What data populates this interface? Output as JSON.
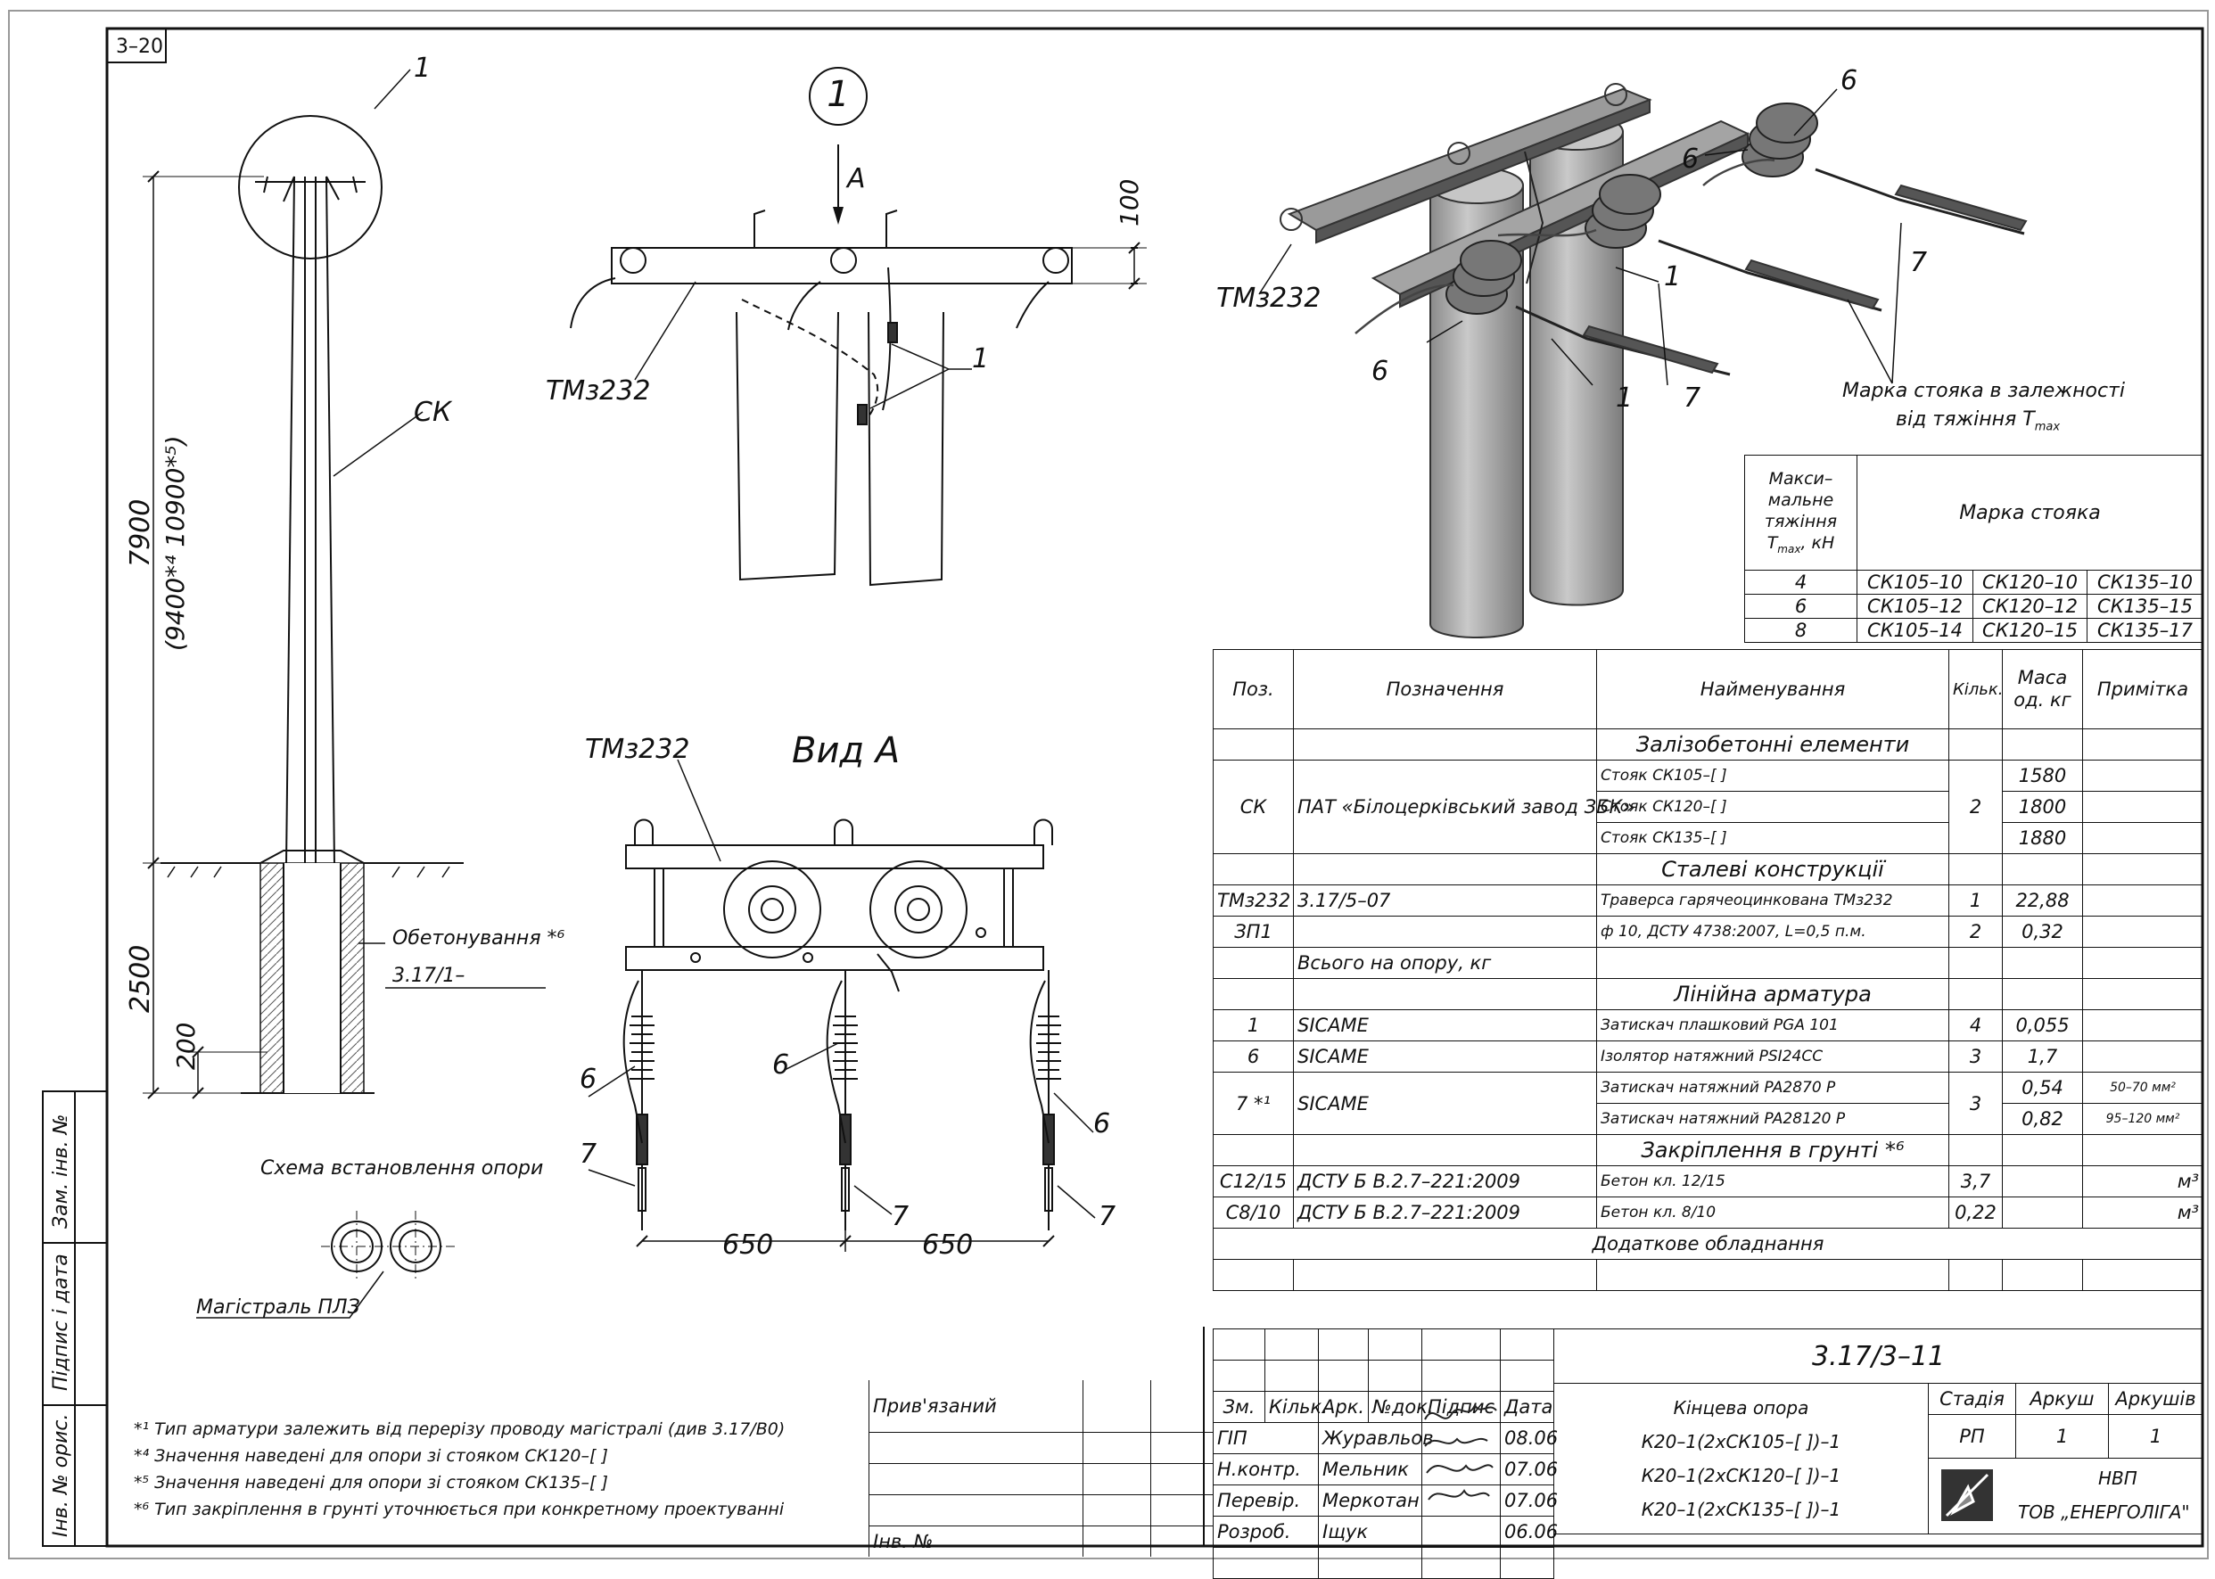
{
  "sheet": {
    "format": "3–20",
    "doc_code": "3.17/3–11"
  },
  "left_strip": {
    "zam_inv": "Зам. інв. №",
    "pidpys": "Підпис і дата",
    "inv_orig": "Інв. № орис."
  },
  "pole": {
    "callout": "1",
    "label_sk": "СК",
    "dim_total": "7900",
    "dim_alt": "(9400*⁴ 10900*⁵)",
    "dim_ground": "2500",
    "dim_base": "200",
    "concrete_label": "Обетонування *⁶",
    "concrete_ref": "3.17/1–",
    "scheme_title": "Схема встановлення опори",
    "main_line": "Магістраль ПЛЗ"
  },
  "detail1": {
    "circle": "1",
    "view": "A",
    "dim": "100",
    "traverse": "ТМз232",
    "callout": "1"
  },
  "view_a": {
    "title": "Вид А",
    "traverse": "ТМз232",
    "dim1": "650",
    "dim2": "650",
    "c6a": "6",
    "c6b": "6",
    "c6c": "6",
    "c7a": "7",
    "c7b": "7",
    "c7c": "7"
  },
  "iso": {
    "traverse": "ТМз232",
    "c6a": "6",
    "c6b": "6",
    "c6c": "6",
    "c1a": "1",
    "c1b": "1",
    "c7a": "7",
    "c7b": "7"
  },
  "mark_table": {
    "caption1": "Марка стояка в залежності",
    "caption2": "від тяжіння Т",
    "caption_sub": "max",
    "head_left": [
      "Макси–",
      "мальне",
      "тяжіння",
      "Т",
      "max",
      ", кН"
    ],
    "head_right": "Марка стояка",
    "rows": [
      [
        "4",
        "СК105–10",
        "СК120–10",
        "СК135–10"
      ],
      [
        "6",
        "СК105–12",
        "СК120–12",
        "СК135–15"
      ],
      [
        "8",
        "СК105–14",
        "СК120–15",
        "СК135–17"
      ]
    ]
  },
  "spec": {
    "headers": [
      "Поз.",
      "Позначення",
      "Найменування",
      "Кільк.",
      "Маса од. кг",
      "Примітка"
    ],
    "sec_concrete": "Залізобетонні елементи",
    "sk_pos": "СК",
    "sk_des": "ПАТ «Білоцерківський завод ЗБК»",
    "sk_names": [
      "Стояк СК105–[  ]",
      "Стояк СК120–[  ]",
      "Стояк СК135–[  ]"
    ],
    "sk_qty": "2",
    "sk_mass": [
      "1580",
      "1800",
      "1880"
    ],
    "sec_steel": "Сталеві конструкції",
    "tm_row": [
      "ТМз232",
      "3.17/5–07",
      "Траверса гарячеоцинкована ТМз232",
      "1",
      "22,88",
      ""
    ],
    "zp_row": [
      "ЗП1",
      "",
      "ф 10, ДСТУ 4738:2007, L=0,5 п.м.",
      "2",
      "0,32",
      ""
    ],
    "total_row": "Всього на опору, кг",
    "sec_fittings": "Лінійна арматура",
    "fit1": [
      "1",
      "SICAME",
      "Затискач плашковий PGA 101",
      "4",
      "0,055",
      ""
    ],
    "fit6": [
      "6",
      "SICAME",
      "Ізолятор натяжний PSI24CC",
      "3",
      "1,7",
      ""
    ],
    "fit7_pos": "7 *¹",
    "fit7_des": "SICAME",
    "fit7_names": [
      "Затискач натяжний PA2870 P",
      "Затискач натяжний PA28120 P"
    ],
    "fit7_qty": "3",
    "fit7_mass": [
      "0,54",
      "0,82"
    ],
    "fit7_note": [
      "50–70 мм²",
      "95–120 мм²"
    ],
    "sec_ground": "Закріплення в грунті *⁶",
    "c12": [
      "С12/15",
      "ДСТУ Б В.2.7–221:2009",
      "Бетон кл. 12/15",
      "3,7",
      "",
      "м³"
    ],
    "c8": [
      "С8/10",
      "ДСТУ Б В.2.7–221:2009",
      "Бетон кл. 8/10",
      "0,22",
      "",
      "м³"
    ],
    "extra": "Додаткове обладнання"
  },
  "notes": [
    "*¹ Тип арматури залежить від перерізу проводу магістралі (див 3.17/В0)",
    "*⁴ Значення наведені для опори зі стояком СК120–[  ]",
    "*⁵ Значення наведені для опори зі стояком СК135–[  ]",
    "*⁶ Тип закріплення в грунті уточнюється при конкретному проектуванні"
  ],
  "stamp": {
    "privyazanyi": "Прив'язаний",
    "inv": "Інв. №",
    "head": [
      "Зм.",
      "Кільк.",
      "Арк.",
      "№док.",
      "Підпис",
      "Дата"
    ],
    "people": [
      [
        "ГІП",
        "Журавльов",
        "08.06"
      ],
      [
        "Н.контр.",
        "Мельник",
        "07.06"
      ],
      [
        "Перевір.",
        "Меркотан",
        "07.06"
      ],
      [
        "Розроб.",
        "Іщук",
        "06.06"
      ]
    ],
    "code": "3.17/3–11",
    "title": [
      "Кінцева опора",
      "К20–1(2хСК105–[  ])–1",
      "К20–1(2хСК120–[  ])–1",
      "К20–1(2хСК135–[  ])–1"
    ],
    "stage_h": "Стадія",
    "sheet_h": "Аркуш",
    "sheets_h": "Аркушів",
    "stage": "РП",
    "sheet": "1",
    "sheets": "1",
    "org1": "НВП",
    "org2": "ТОВ „ЕНЕРГОЛІГА\""
  }
}
